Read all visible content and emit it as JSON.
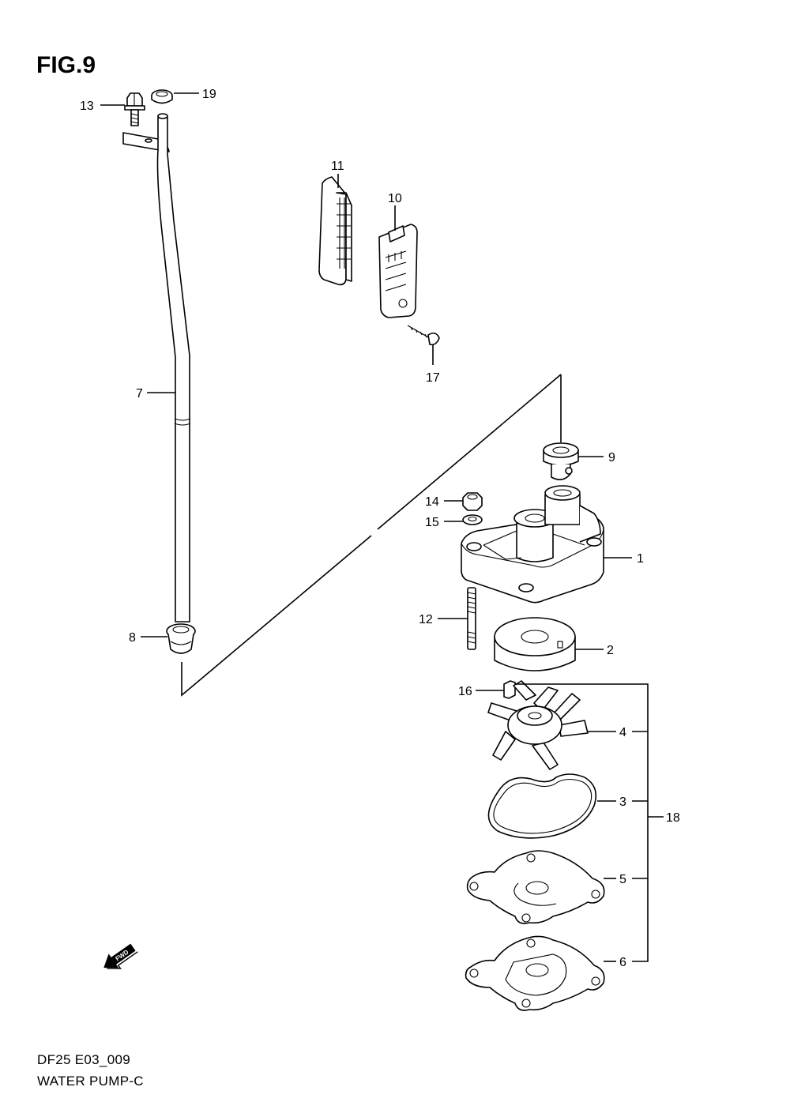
{
  "figure": {
    "title": "FIG.9"
  },
  "footer": {
    "code": "DF25 E03_009",
    "caption": "WATER PUMP-C"
  },
  "fwd_label": "FWD",
  "callouts": [
    "1",
    "2",
    "3",
    "4",
    "5",
    "6",
    "7",
    "8",
    "9",
    "10",
    "11",
    "12",
    "13",
    "14",
    "15",
    "16",
    "17",
    "18",
    "19"
  ]
}
